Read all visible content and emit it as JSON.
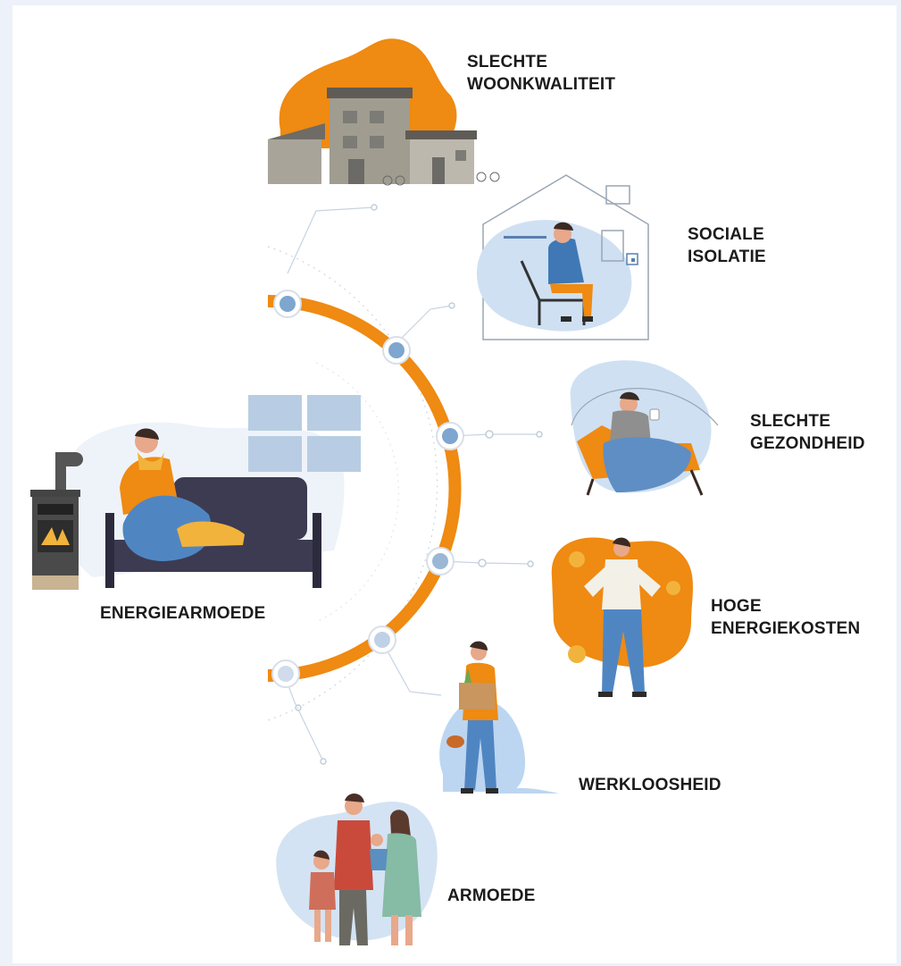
{
  "labels": {
    "slechte_woonkwaliteit": [
      "SLECHTE",
      "WOONKWALITEIT"
    ],
    "sociale_isolatie": [
      "SOCIALE",
      "ISOLATIE"
    ],
    "slechte_gezondheid": [
      "SLECHTE",
      "GEZONDHEID"
    ],
    "hoge_energiekosten": [
      "HOGE",
      "ENERGIEKOSTEN"
    ],
    "werkloosheid": [
      "WERKLOOSHEID"
    ],
    "armoede": [
      "ARMOEDE"
    ],
    "energiearmoede": [
      "ENERGIEARMOEDE"
    ]
  },
  "colors": {
    "accent_orange": "#ef8a12",
    "light_blue": "#cfe0f2",
    "node_blue": "#7ea6cf",
    "text": "#1b1b1b",
    "dark_sofa": "#3c3b52",
    "window": "#b8cde3"
  },
  "icons": [
    "house-illustration",
    "isolation-illustration",
    "sick-person-illustration",
    "empty-pockets-illustration",
    "unemployed-person-illustration",
    "family-illustration",
    "stove-icon",
    "sofa-illustration",
    "window-icon"
  ]
}
